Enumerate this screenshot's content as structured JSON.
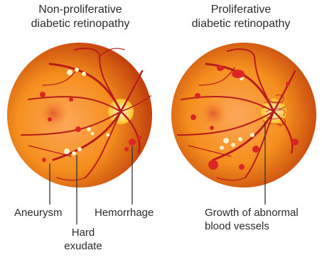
{
  "figure": {
    "left_title": "Non-proliferative\ndiabetic retinopathy",
    "right_title": "Proliferative\ndiabetic retinopathy",
    "labels": {
      "aneurysm": "Aneurysm",
      "hemorrhage": "Hemorrhage",
      "hard_exudate": "Hard\nexudate",
      "growth": "Growth of abnormal\nblood vessels"
    },
    "colors": {
      "retina_outer": "#c2410c",
      "retina_inner": "#f59e0b",
      "vessel": "#b91c1c",
      "optic_disc": "#fde68a",
      "exudate": "#fef3c7",
      "hemorrhage": "#dc2626"
    }
  }
}
